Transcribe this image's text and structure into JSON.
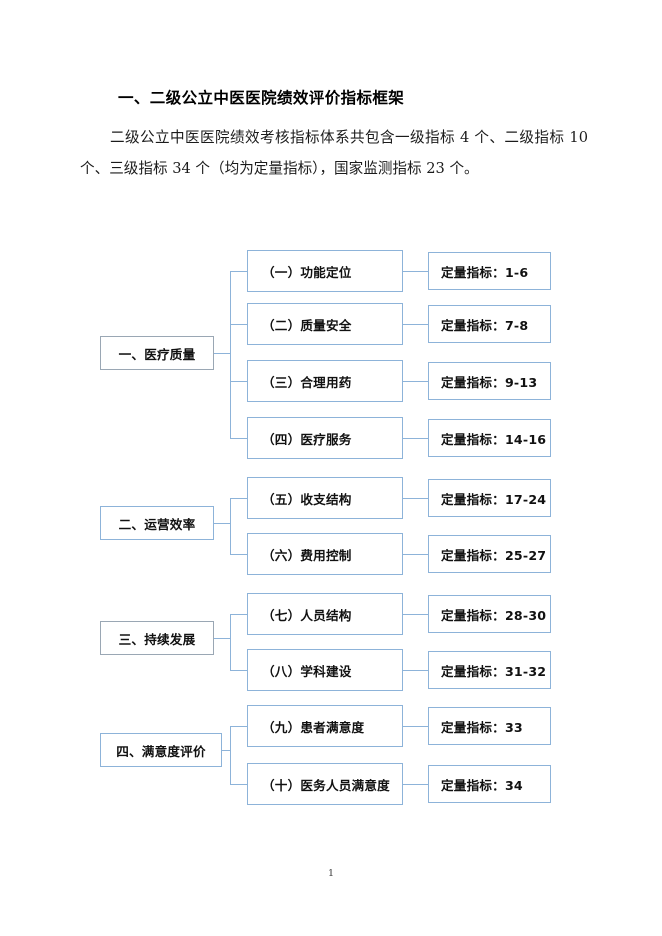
{
  "document": {
    "title": "一、二级公立中医医院绩效评价指标框架",
    "paragraph": "二级公立中医医院绩效考核指标体系共包含一级指标 4 个、二级指标 10 个、三级指标 34 个（均为定量指标），国家监测指标 23 个。",
    "page_number": "1"
  },
  "colors": {
    "node_border_blue": "#8db3d9",
    "node_border_gray": "#9aa7b4",
    "connector": "#8db3d9",
    "text": "#111111",
    "page_background": "#ffffff"
  },
  "diagram": {
    "type": "tree",
    "level1_count": 4,
    "level2_count": 10,
    "level3_count": 10,
    "groups": [
      {
        "id": "group-1",
        "level1": "一、医疗质量",
        "level1_border": "gray",
        "children": [
          {
            "level2": "（一）功能定位",
            "level3": "定量指标：1-6"
          },
          {
            "level2": "（二）质量安全",
            "level3": "定量指标：7-8"
          },
          {
            "level2": "（三）合理用药",
            "level3": "定量指标：9-13"
          },
          {
            "level2": "（四）医疗服务",
            "level3": "定量指标：14-16"
          }
        ]
      },
      {
        "id": "group-2",
        "level1": "二、运营效率",
        "level1_border": "blue",
        "children": [
          {
            "level2": "（五）收支结构",
            "level3": "定量指标：17-24"
          },
          {
            "level2": "（六）费用控制",
            "level3": "定量指标：25-27"
          }
        ]
      },
      {
        "id": "group-3",
        "level1": "三、持续发展",
        "level1_border": "gray",
        "children": [
          {
            "level2": "（七）人员结构",
            "level3": "定量指标：28-30"
          },
          {
            "level2": "（八）学科建设",
            "level3": "定量指标：31-32"
          }
        ]
      },
      {
        "id": "group-4",
        "level1": "四、满意度评价",
        "level1_border": "blue",
        "children": [
          {
            "level2": "（九）患者满意度",
            "level3": "定量指标：33"
          },
          {
            "level2": "（十）医务人员满意度",
            "level3": "定量指标：34"
          }
        ]
      }
    ]
  }
}
